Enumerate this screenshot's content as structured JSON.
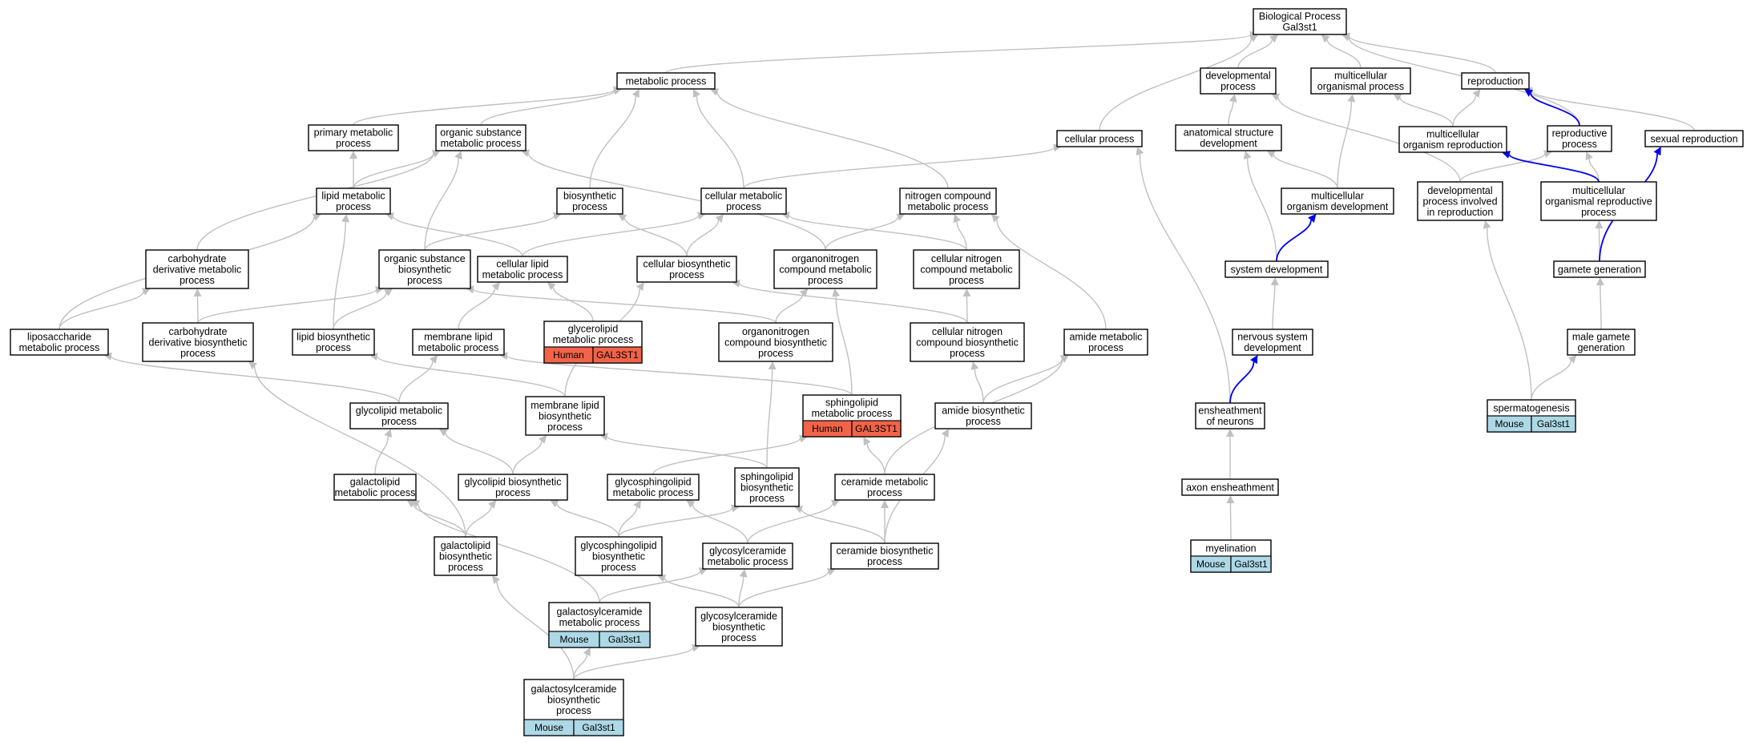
{
  "colors": {
    "edge": "#c0c0c0",
    "edge_highlight": "#0000ee",
    "mouse_tag": "#add8e6",
    "human_tag": "#f26349"
  },
  "nodes": [
    {
      "id": "bp",
      "lines": [
        "Biological Process",
        "Gal3st1"
      ]
    },
    {
      "id": "metabolic",
      "lines": [
        "metabolic process"
      ]
    },
    {
      "id": "developmental",
      "lines": [
        "developmental",
        "process"
      ]
    },
    {
      "id": "multicellular_org_proc",
      "lines": [
        "multicellular",
        "organismal process"
      ]
    },
    {
      "id": "reproduction",
      "lines": [
        "reproduction"
      ]
    },
    {
      "id": "primary_metabolic",
      "lines": [
        "primary metabolic",
        "process"
      ]
    },
    {
      "id": "organic_substance_metabolic",
      "lines": [
        "organic substance",
        "metabolic process"
      ]
    },
    {
      "id": "cellular_process",
      "lines": [
        "cellular process"
      ]
    },
    {
      "id": "anatomical",
      "lines": [
        "anatomical structure",
        "development"
      ]
    },
    {
      "id": "multicellular_org_repro",
      "lines": [
        "multicellular",
        "organism reproduction"
      ]
    },
    {
      "id": "reproductive_process",
      "lines": [
        "reproductive",
        "process"
      ]
    },
    {
      "id": "sexual_reproduction",
      "lines": [
        "sexual reproduction"
      ]
    },
    {
      "id": "lipid_metabolic",
      "lines": [
        "lipid metabolic",
        "process"
      ]
    },
    {
      "id": "biosynthetic",
      "lines": [
        "biosynthetic",
        "process"
      ]
    },
    {
      "id": "cellular_metabolic",
      "lines": [
        "cellular metabolic",
        "process"
      ]
    },
    {
      "id": "nitrogen_compound_metabolic",
      "lines": [
        "nitrogen compound",
        "metabolic process"
      ]
    },
    {
      "id": "multicellular_org_dev",
      "lines": [
        "multicellular",
        "organism development"
      ]
    },
    {
      "id": "dev_proc_repro",
      "lines": [
        "developmental",
        "process involved",
        "in reproduction"
      ]
    },
    {
      "id": "multicellular_org_repro_proc",
      "lines": [
        "multicellular",
        "organismal reproductive",
        "process"
      ]
    },
    {
      "id": "carb_deriv_metabolic",
      "lines": [
        "carbohydrate",
        "derivative metabolic",
        "process"
      ]
    },
    {
      "id": "organic_substance_biosynthetic",
      "lines": [
        "organic substance",
        "biosynthetic",
        "process"
      ]
    },
    {
      "id": "cellular_lipid_metabolic",
      "lines": [
        "cellular lipid",
        "metabolic process"
      ]
    },
    {
      "id": "cellular_biosynthetic",
      "lines": [
        "cellular biosynthetic",
        "process"
      ]
    },
    {
      "id": "organonitrogen_metabolic",
      "lines": [
        "organonitrogen",
        "compound metabolic",
        "process"
      ]
    },
    {
      "id": "cellular_nitrogen_metabolic",
      "lines": [
        "cellular nitrogen",
        "compound metabolic",
        "process"
      ]
    },
    {
      "id": "system_development",
      "lines": [
        "system development"
      ]
    },
    {
      "id": "gamete_generation",
      "lines": [
        "gamete generation"
      ]
    },
    {
      "id": "liposaccharide",
      "lines": [
        "liposaccharide",
        "metabolic process"
      ]
    },
    {
      "id": "carb_deriv_biosynthetic",
      "lines": [
        "carbohydrate",
        "derivative biosynthetic",
        "process"
      ]
    },
    {
      "id": "lipid_biosynthetic",
      "lines": [
        "lipid biosynthetic",
        "process"
      ]
    },
    {
      "id": "membrane_lipid_metabolic",
      "lines": [
        "membrane lipid",
        "metabolic process"
      ]
    },
    {
      "id": "glycerolipid",
      "lines": [
        "glycerolipid",
        "metabolic process"
      ],
      "tags": [
        "Human",
        "GAL3ST1"
      ],
      "tag_color": "human"
    },
    {
      "id": "organonitrogen_biosynthetic",
      "lines": [
        "organonitrogen",
        "compound biosynthetic",
        "process"
      ]
    },
    {
      "id": "cellular_nitrogen_biosynthetic",
      "lines": [
        "cellular nitrogen",
        "compound biosynthetic",
        "process"
      ]
    },
    {
      "id": "amide_metabolic",
      "lines": [
        "amide metabolic",
        "process"
      ]
    },
    {
      "id": "nervous_system",
      "lines": [
        "nervous system",
        "development"
      ]
    },
    {
      "id": "male_gamete",
      "lines": [
        "male gamete",
        "generation"
      ]
    },
    {
      "id": "glycolipid_metabolic",
      "lines": [
        "glycolipid metabolic",
        "process"
      ]
    },
    {
      "id": "membrane_lipid_biosynthetic",
      "lines": [
        "membrane lipid",
        "biosynthetic",
        "process"
      ]
    },
    {
      "id": "sphingolipid_metabolic",
      "lines": [
        "sphingolipid",
        "metabolic process"
      ],
      "tags": [
        "Human",
        "GAL3ST1"
      ],
      "tag_color": "human"
    },
    {
      "id": "amide_biosynthetic",
      "lines": [
        "amide biosynthetic",
        "process"
      ]
    },
    {
      "id": "ensheathment_neurons",
      "lines": [
        "ensheathment",
        "of neurons"
      ]
    },
    {
      "id": "spermatogenesis",
      "lines": [
        "spermatogenesis"
      ],
      "tags": [
        "Mouse",
        "Gal3st1"
      ],
      "tag_color": "mouse"
    },
    {
      "id": "galactolipid_metabolic",
      "lines": [
        "galactolipid",
        "metabolic process"
      ]
    },
    {
      "id": "glycolipid_biosynthetic",
      "lines": [
        "glycolipid biosynthetic",
        "process"
      ]
    },
    {
      "id": "glycosphingolipid_metabolic",
      "lines": [
        "glycosphingolipid",
        "metabolic process"
      ]
    },
    {
      "id": "sphingolipid_biosynthetic",
      "lines": [
        "sphingolipid",
        "biosynthetic",
        "process"
      ]
    },
    {
      "id": "ceramide_metabolic",
      "lines": [
        "ceramide metabolic",
        "process"
      ]
    },
    {
      "id": "axon_ensheathment",
      "lines": [
        "axon ensheathment"
      ]
    },
    {
      "id": "galactolipid_biosynthetic",
      "lines": [
        "galactolipid",
        "biosynthetic",
        "process"
      ]
    },
    {
      "id": "glycosphingolipid_biosynthetic",
      "lines": [
        "glycosphingolipid",
        "biosynthetic",
        "process"
      ]
    },
    {
      "id": "glycosylceramide_metabolic",
      "lines": [
        "glycosylceramide",
        "metabolic process"
      ]
    },
    {
      "id": "ceramide_biosynthetic",
      "lines": [
        "ceramide biosynthetic",
        "process"
      ]
    },
    {
      "id": "myelination",
      "lines": [
        "myelination"
      ],
      "tags": [
        "Mouse",
        "Gal3st1"
      ],
      "tag_color": "mouse"
    },
    {
      "id": "galactosylceramide_metabolic",
      "lines": [
        "galactosylceramide",
        "metabolic process"
      ],
      "tags": [
        "Mouse",
        "Gal3st1"
      ],
      "tag_color": "mouse"
    },
    {
      "id": "glycosylceramide_biosynthetic",
      "lines": [
        "glycosylceramide",
        "biosynthetic",
        "process"
      ]
    },
    {
      "id": "galactosylceramide_biosynthetic",
      "lines": [
        "galactosylceramide",
        "biosynthetic",
        "process"
      ],
      "tags": [
        "Mouse",
        "Gal3st1"
      ],
      "tag_color": "mouse"
    }
  ],
  "edges": [
    [
      "metabolic",
      "bp"
    ],
    [
      "developmental",
      "bp"
    ],
    [
      "multicellular_org_proc",
      "bp"
    ],
    [
      "reproduction",
      "bp"
    ],
    [
      "cellular_process",
      "bp"
    ],
    [
      "reproductive_process",
      "bp"
    ],
    [
      "primary_metabolic",
      "metabolic"
    ],
    [
      "organic_substance_metabolic",
      "metabolic"
    ],
    [
      "biosynthetic",
      "metabolic"
    ],
    [
      "cellular_metabolic",
      "metabolic"
    ],
    [
      "nitrogen_compound_metabolic",
      "metabolic"
    ],
    [
      "anatomical",
      "developmental"
    ],
    [
      "dev_proc_repro",
      "developmental"
    ],
    [
      "multicellular_org_repro",
      "reproduction"
    ],
    [
      "sexual_reproduction",
      "reproduction"
    ],
    [
      "multicellular_org_repro",
      "multicellular_org_proc"
    ],
    [
      "multicellular_org_dev",
      "multicellular_org_proc"
    ],
    [
      "multicellular_org_dev",
      "anatomical"
    ],
    [
      "system_development",
      "anatomical"
    ],
    [
      "lipid_metabolic",
      "primary_metabolic"
    ],
    [
      "lipid_metabolic",
      "organic_substance_metabolic"
    ],
    [
      "carb_deriv_metabolic",
      "organic_substance_metabolic"
    ],
    [
      "organic_substance_biosynthetic",
      "organic_substance_metabolic"
    ],
    [
      "organonitrogen_metabolic",
      "organic_substance_metabolic"
    ],
    [
      "cellular_metabolic",
      "cellular_process"
    ],
    [
      "ensheathment_neurons",
      "cellular_process"
    ],
    [
      "dev_proc_repro",
      "reproductive_process"
    ],
    [
      "multicellular_org_repro_proc",
      "reproductive_process"
    ],
    [
      "liposaccharide",
      "lipid_metabolic"
    ],
    [
      "lipid_biosynthetic",
      "lipid_metabolic"
    ],
    [
      "cellular_lipid_metabolic",
      "lipid_metabolic"
    ],
    [
      "organic_substance_biosynthetic",
      "biosynthetic"
    ],
    [
      "cellular_biosynthetic",
      "biosynthetic"
    ],
    [
      "cellular_lipid_metabolic",
      "cellular_metabolic"
    ],
    [
      "cellular_biosynthetic",
      "cellular_metabolic"
    ],
    [
      "cellular_nitrogen_metabolic",
      "cellular_metabolic"
    ],
    [
      "organonitrogen_metabolic",
      "nitrogen_compound_metabolic"
    ],
    [
      "cellular_nitrogen_metabolic",
      "nitrogen_compound_metabolic"
    ],
    [
      "amide_metabolic",
      "nitrogen_compound_metabolic"
    ],
    [
      "system_development",
      "multicellular_org_dev"
    ],
    [
      "spermatogenesis",
      "dev_proc_repro"
    ],
    [
      "gamete_generation",
      "multicellular_org_repro_proc"
    ],
    [
      "liposaccharide",
      "carb_deriv_metabolic"
    ],
    [
      "carb_deriv_biosynthetic",
      "carb_deriv_metabolic"
    ],
    [
      "carb_deriv_biosynthetic",
      "organic_substance_biosynthetic"
    ],
    [
      "lipid_biosynthetic",
      "organic_substance_biosynthetic"
    ],
    [
      "organonitrogen_biosynthetic",
      "organic_substance_biosynthetic"
    ],
    [
      "membrane_lipid_metabolic",
      "cellular_lipid_metabolic"
    ],
    [
      "glycerolipid",
      "cellular_lipid_metabolic"
    ],
    [
      "membrane_lipid_biosynthetic",
      "cellular_biosynthetic"
    ],
    [
      "cellular_nitrogen_biosynthetic",
      "cellular_biosynthetic"
    ],
    [
      "organonitrogen_biosynthetic",
      "organonitrogen_metabolic"
    ],
    [
      "sphingolipid_metabolic",
      "organonitrogen_metabolic"
    ],
    [
      "cellular_nitrogen_biosynthetic",
      "cellular_nitrogen_metabolic"
    ],
    [
      "nervous_system",
      "system_development"
    ],
    [
      "male_gamete",
      "gamete_generation"
    ],
    [
      "glycolipid_metabolic",
      "liposaccharide"
    ],
    [
      "galactolipid_biosynthetic",
      "carb_deriv_biosynthetic"
    ],
    [
      "membrane_lipid_biosynthetic",
      "lipid_biosynthetic"
    ],
    [
      "glycolipid_metabolic",
      "membrane_lipid_metabolic"
    ],
    [
      "sphingolipid_metabolic",
      "membrane_lipid_metabolic"
    ],
    [
      "sphingolipid_biosynthetic",
      "organonitrogen_biosynthetic"
    ],
    [
      "amide_biosynthetic",
      "cellular_nitrogen_biosynthetic"
    ],
    [
      "amide_biosynthetic",
      "amide_metabolic"
    ],
    [
      "ceramide_metabolic",
      "amide_metabolic"
    ],
    [
      "ensheathment_neurons",
      "nervous_system"
    ],
    [
      "spermatogenesis",
      "male_gamete"
    ],
    [
      "galactolipid_metabolic",
      "glycolipid_metabolic"
    ],
    [
      "glycolipid_biosynthetic",
      "glycolipid_metabolic"
    ],
    [
      "glycolipid_biosynthetic",
      "membrane_lipid_biosynthetic"
    ],
    [
      "sphingolipid_biosynthetic",
      "membrane_lipid_biosynthetic"
    ],
    [
      "glycosphingolipid_metabolic",
      "sphingolipid_metabolic"
    ],
    [
      "ceramide_metabolic",
      "sphingolipid_metabolic"
    ],
    [
      "ceramide_biosynthetic",
      "amide_biosynthetic"
    ],
    [
      "axon_ensheathment",
      "ensheathment_neurons"
    ],
    [
      "galactolipid_biosynthetic",
      "galactolipid_metabolic"
    ],
    [
      "galactosylceramide_metabolic",
      "galactolipid_metabolic"
    ],
    [
      "galactolipid_biosynthetic",
      "glycolipid_biosynthetic"
    ],
    [
      "glycosphingolipid_biosynthetic",
      "glycolipid_biosynthetic"
    ],
    [
      "glycosphingolipid_biosynthetic",
      "glycosphingolipid_metabolic"
    ],
    [
      "glycosylceramide_metabolic",
      "glycosphingolipid_metabolic"
    ],
    [
      "glycosphingolipid_biosynthetic",
      "sphingolipid_biosynthetic"
    ],
    [
      "ceramide_biosynthetic",
      "sphingolipid_biosynthetic"
    ],
    [
      "ceramide_biosynthetic",
      "ceramide_metabolic"
    ],
    [
      "glycosylceramide_metabolic",
      "ceramide_metabolic"
    ],
    [
      "myelination",
      "axon_ensheathment"
    ],
    [
      "galactosylceramide_biosynthetic",
      "galactolipid_biosynthetic"
    ],
    [
      "glycosylceramide_biosynthetic",
      "glycosphingolipid_biosynthetic"
    ],
    [
      "galactosylceramide_metabolic",
      "glycosylceramide_metabolic"
    ],
    [
      "glycosylceramide_biosynthetic",
      "glycosylceramide_metabolic"
    ],
    [
      "glycosylceramide_biosynthetic",
      "ceramide_biosynthetic"
    ],
    [
      "galactosylceramide_biosynthetic",
      "galactosylceramide_metabolic"
    ],
    [
      "galactosylceramide_biosynthetic",
      "glycosylceramide_biosynthetic"
    ]
  ],
  "highlighted_edges": [
    [
      "multicellular_org_repro_proc",
      "multicellular_org_repro"
    ],
    [
      "reproductive_process",
      "reproduction"
    ],
    [
      "gamete_generation",
      "sexual_reproduction"
    ],
    [
      "system_development",
      "multicellular_org_dev"
    ],
    [
      "ensheathment_neurons",
      "nervous_system"
    ]
  ]
}
